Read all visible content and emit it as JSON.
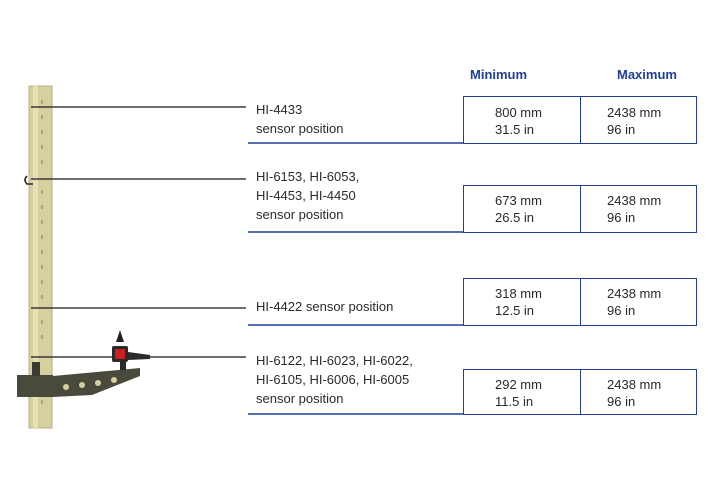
{
  "headers": {
    "minimum": "Minimum",
    "maximum": "Maximum"
  },
  "rows": [
    {
      "label_lines": [
        "HI-4433",
        "sensor position"
      ],
      "min_mm": "800 mm",
      "min_in": "31.5 in",
      "max_mm": "2438 mm",
      "max_in": "96 in"
    },
    {
      "label_lines": [
        "HI-6153, HI-6053,",
        "HI-4453, HI-4450",
        "sensor position"
      ],
      "min_mm": "673 mm",
      "min_in": "26.5 in",
      "max_mm": "2438 mm",
      "max_in": "96 in"
    },
    {
      "label_lines": [
        "HI-4422 sensor position"
      ],
      "min_mm": "318 mm",
      "min_in": "12.5 in",
      "max_mm": "2438 mm",
      "max_in": "96 in"
    },
    {
      "label_lines": [
        "HI-6122, HI-6023, HI-6022,",
        "HI-6105, HI-6006, HI-6005",
        "sensor position"
      ],
      "min_mm": "292 mm",
      "min_in": "11.5 in",
      "max_mm": "2438 mm",
      "max_in": "96 in"
    }
  ],
  "colors": {
    "accent": "#1f3f9a",
    "pole": "#d6cf9e",
    "bracket": "#4a4a3c",
    "sensor": "#c81e1e"
  }
}
